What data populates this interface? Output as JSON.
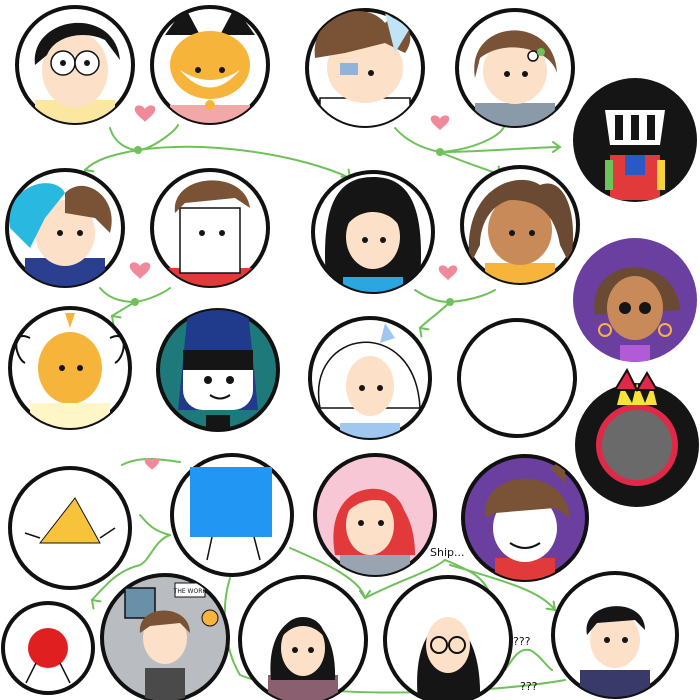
{
  "colors": {
    "background": "#ffffff",
    "ring": "#111111",
    "connector": "#6fc15a",
    "heart": "#f08a9a",
    "skin": "#fde0c8",
    "skin_tan": "#c98a5a",
    "hair_black": "#151515",
    "hair_brown": "#7a5236",
    "hair_cyan": "#29b8e0",
    "hair_red": "#e23a3a",
    "white": "#ffffff",
    "yellow": "#f7b43a",
    "blue_square": "#2196f3",
    "purple": "#6a3fa0",
    "pink_bg": "#f7c7d6",
    "navy": "#203a8c",
    "teal": "#1e7a7a",
    "grey_room": "#b9bcc0"
  },
  "annotations": {
    "ship_label": "Ship...",
    "question_marks_small": "???",
    "question_marks_bottom": "???",
    "sign_text": "THE WORK"
  },
  "nodes": [
    {
      "id": "glasses-girl",
      "icon": "avatar-black-hair-glasses-icon"
    },
    {
      "id": "fox-character",
      "icon": "avatar-orange-fox-icon"
    },
    {
      "id": "brown-hair-blue-clip",
      "icon": "avatar-brown-hair-sweater-icon"
    },
    {
      "id": "curly-hair-flower",
      "icon": "avatar-brown-curly-flower-icon"
    },
    {
      "id": "robot-head",
      "icon": "avatar-robot-mask-icon"
    },
    {
      "id": "cyan-hair-boy",
      "icon": "avatar-cyan-brown-hair-icon"
    },
    {
      "id": "white-face-boy",
      "icon": "avatar-brown-hair-white-face-icon"
    },
    {
      "id": "long-black-hair-girl",
      "icon": "avatar-long-black-hair-icon"
    },
    {
      "id": "tan-pigtails-girl",
      "icon": "avatar-tan-pigtails-icon"
    },
    {
      "id": "sunglasses-woman",
      "icon": "avatar-sunglasses-purple-icon"
    },
    {
      "id": "yellow-bug",
      "icon": "avatar-yellow-bug-icon"
    },
    {
      "id": "navy-hood",
      "icon": "avatar-navy-hood-icon"
    },
    {
      "id": "white-hair-girl",
      "icon": "avatar-white-hair-icon"
    },
    {
      "id": "empty-circle",
      "icon": "empty-avatar-icon"
    },
    {
      "id": "grey-ball",
      "icon": "avatar-grey-spiky-icon"
    },
    {
      "id": "yellow-triangle",
      "icon": "avatar-yellow-triangle-icon"
    },
    {
      "id": "blue-square",
      "icon": "avatar-blue-square-icon"
    },
    {
      "id": "red-hair-girl",
      "icon": "avatar-red-hair-pink-icon"
    },
    {
      "id": "purple-fox-boy",
      "icon": "avatar-purple-fox-boy-icon"
    },
    {
      "id": "red-ball",
      "icon": "avatar-red-ball-icon"
    },
    {
      "id": "office-man",
      "icon": "avatar-office-man-icon"
    },
    {
      "id": "hoodie-girl",
      "icon": "avatar-hoodie-girl-icon"
    },
    {
      "id": "glasses-purple-girl",
      "icon": "avatar-glasses-purple-hood-icon"
    },
    {
      "id": "black-hair-boy",
      "icon": "avatar-black-hair-boy-icon"
    }
  ]
}
